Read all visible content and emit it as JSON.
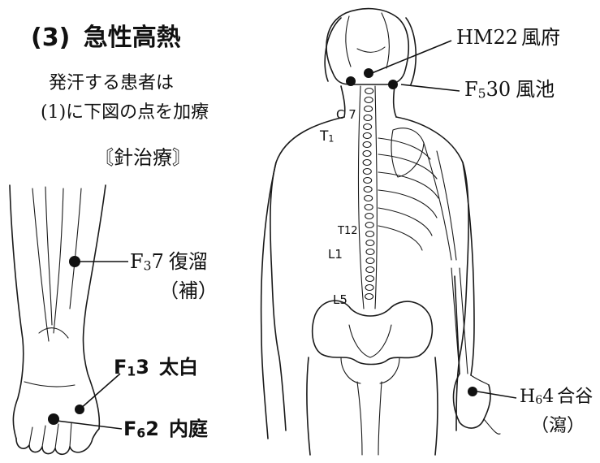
{
  "heading": {
    "number": "(3)",
    "title": "急性高熱"
  },
  "instructions": {
    "line1": "発汗する患者は",
    "line2": "(1)に下図の点を加療",
    "treatment": "〘針治療〙"
  },
  "points": {
    "fengfu": {
      "code": "HM22",
      "name": "風府"
    },
    "fengchi": {
      "code_prefix": "F",
      "code_sub": "5",
      "code_num": "30",
      "name": "風池"
    },
    "fuliu": {
      "code_prefix": "F",
      "code_sub": "3",
      "code_num": "7",
      "name": "復溜",
      "note": "（補）"
    },
    "taibai": {
      "code_prefix": "F",
      "code_sub": "1",
      "code_num": "3",
      "name": "太白"
    },
    "neiting": {
      "code_prefix": "F",
      "code_sub": "6",
      "code_num": "2",
      "name": "内庭"
    },
    "hegu": {
      "code_prefix": "H",
      "code_sub": "6",
      "code_num": "4",
      "name": "合谷",
      "note": "（瀉）"
    }
  },
  "spine_labels": {
    "c7": "C 7",
    "t1_letter": "T",
    "t1_sub": "1",
    "t12": "T12",
    "l1": "L1",
    "l5": "L5"
  },
  "point_color": "#111111"
}
